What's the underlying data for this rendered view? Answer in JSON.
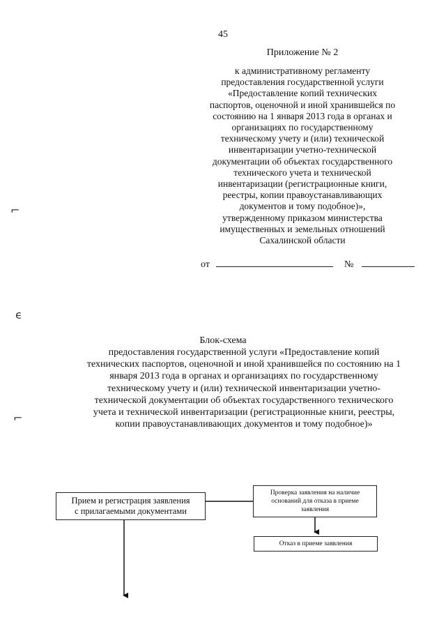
{
  "page_number": "45",
  "appendix": {
    "title": "Приложение № 2",
    "lines": [
      "к административному регламенту",
      "предоставления государственной услуги",
      "«Предоставление копий технических",
      "паспортов, оценочной и иной хранившейся по",
      "состоянию на 1 января 2013 года в органах и",
      "организациях по государственному",
      "техническому учету и (или) технической",
      "инвентаризации учетно-технической",
      "документации об объектах государственного",
      "технического учета и технической",
      "инвентаризации (регистрационные книги,",
      "реестры, копии правоустанавливающих",
      "документов и тому подобное)»,",
      "утвержденному приказом министерства",
      "имущественных и земельных отношений",
      "Сахалинской области"
    ],
    "from_label": "от",
    "number_label": "№"
  },
  "scheme": {
    "title": "Блок-схема",
    "lines": [
      "предоставления государственной услуги «Предоставление копий",
      "технических паспортов, оценочной и иной хранившейся по состоянию на 1",
      "января 2013 года в органах и организациях по государственному",
      "техническому учету и (или) технической инвентаризации учетно-",
      "технической документации об объектах государственного технического",
      "учета и технической инвентаризации (регистрационные книги, реестры,",
      "копии правоустанавливающих документов и тому подобное)»"
    ]
  },
  "flowchart": {
    "receive_line1": "Прием и регистрация заявления",
    "receive_line2": "с прилагаемыми документами",
    "check_line1": "Проверка заявления на наличие",
    "check_line2": "оснований для отказа в приеме",
    "check_line3": "заявления",
    "refuse": "Отказ в приеме заявления"
  }
}
